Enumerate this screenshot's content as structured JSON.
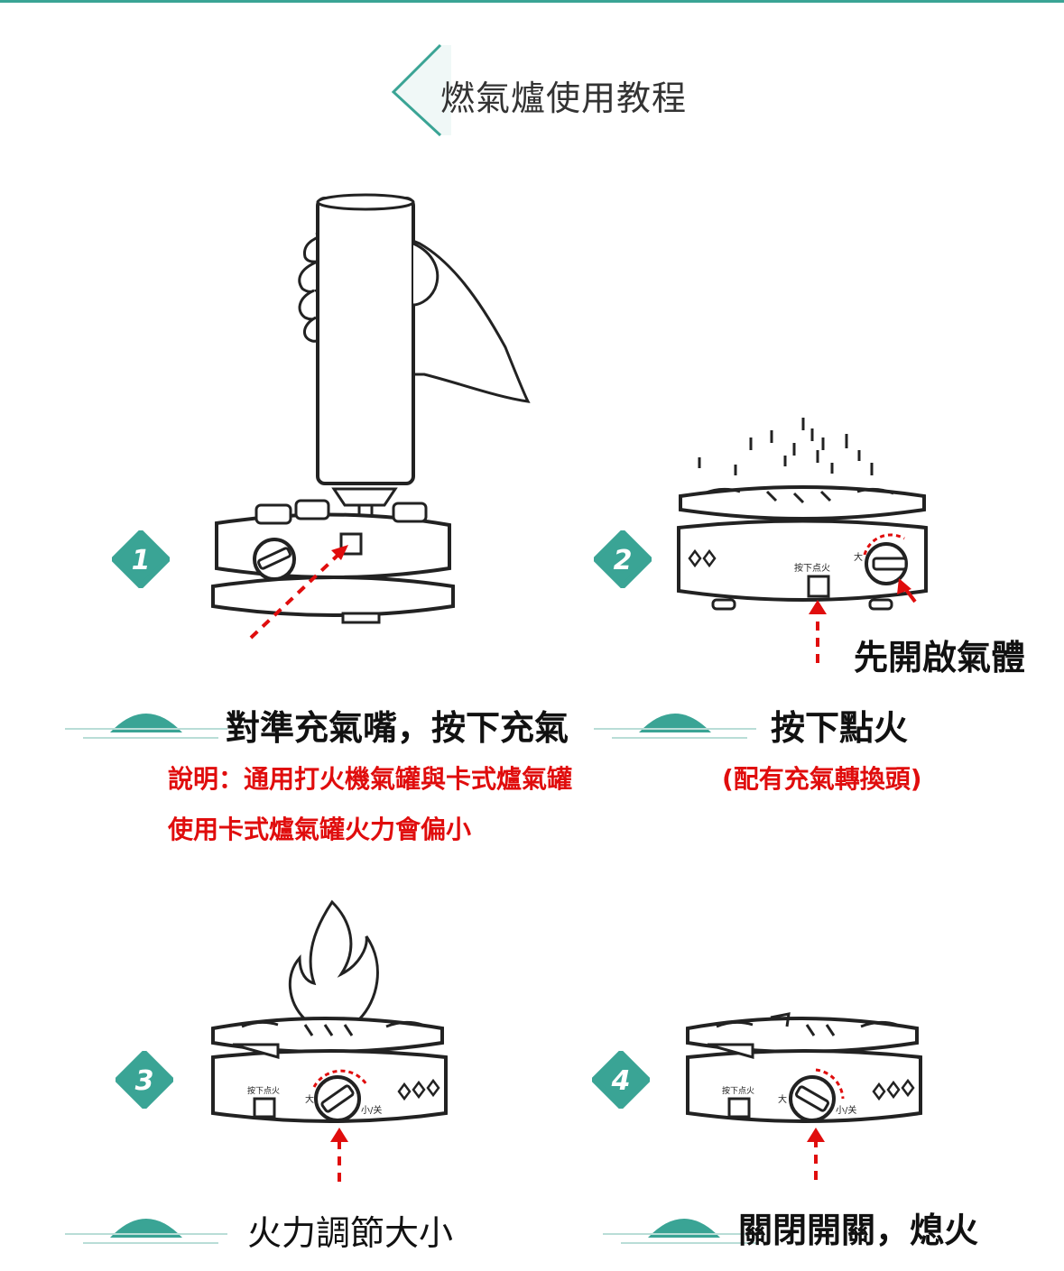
{
  "title": "燃氣爐使用教程",
  "steps": [
    {
      "number": "1",
      "caption": "對準充氣嘴，按下充氣"
    },
    {
      "number": "2",
      "caption": "按下點火",
      "side_label": "先開啟氣體"
    },
    {
      "number": "3",
      "caption": "火力調節大小"
    },
    {
      "number": "4",
      "caption": "關閉開關，熄火"
    }
  ],
  "notes": {
    "step1_line1": "說明：通用打火機氣罐與卡式爐氣罐",
    "step1_line2": "使用卡式爐氣罐火力會偏小",
    "step2": "(配有充氣轉換頭)"
  },
  "stove_labels": {
    "ignite": "按下点火",
    "big": "大",
    "small_off": "小/关"
  },
  "colors": {
    "accent": "#3aa495",
    "arrow": "#e00d0d",
    "note": "#e00d0d"
  }
}
